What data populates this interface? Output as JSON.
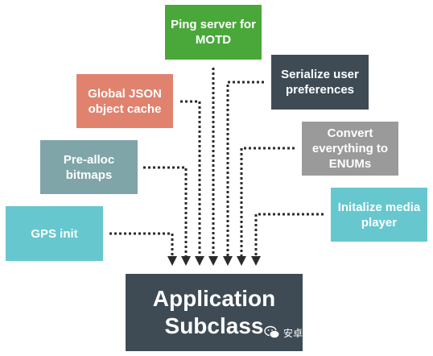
{
  "colors": {
    "green": "#4aa83a",
    "dark_slate": "#3e4b55",
    "salmon": "#e0826e",
    "gray": "#9a9a9a",
    "teal_gray": "#7fa5a8",
    "cyan": "#66c7cf",
    "arrow": "#2b2b2b"
  },
  "boxes": {
    "ping": {
      "label": "Ping server for\nMOTD"
    },
    "serialize": {
      "label": "Serialize user\npreferences"
    },
    "json": {
      "label": "Global JSON\nobject cache"
    },
    "enums": {
      "label": "Convert\neverything to\nENUMs"
    },
    "prealloc": {
      "label": "Pre-alloc\nbitmaps"
    },
    "media": {
      "label": "Initalize media\nplayer"
    },
    "gps": {
      "label": "GPS init"
    },
    "application": {
      "label": "Application\nSubclass"
    }
  },
  "watermark": {
    "text": "安卓巴士Android开发者门户",
    "icon": "wechat-icon"
  }
}
